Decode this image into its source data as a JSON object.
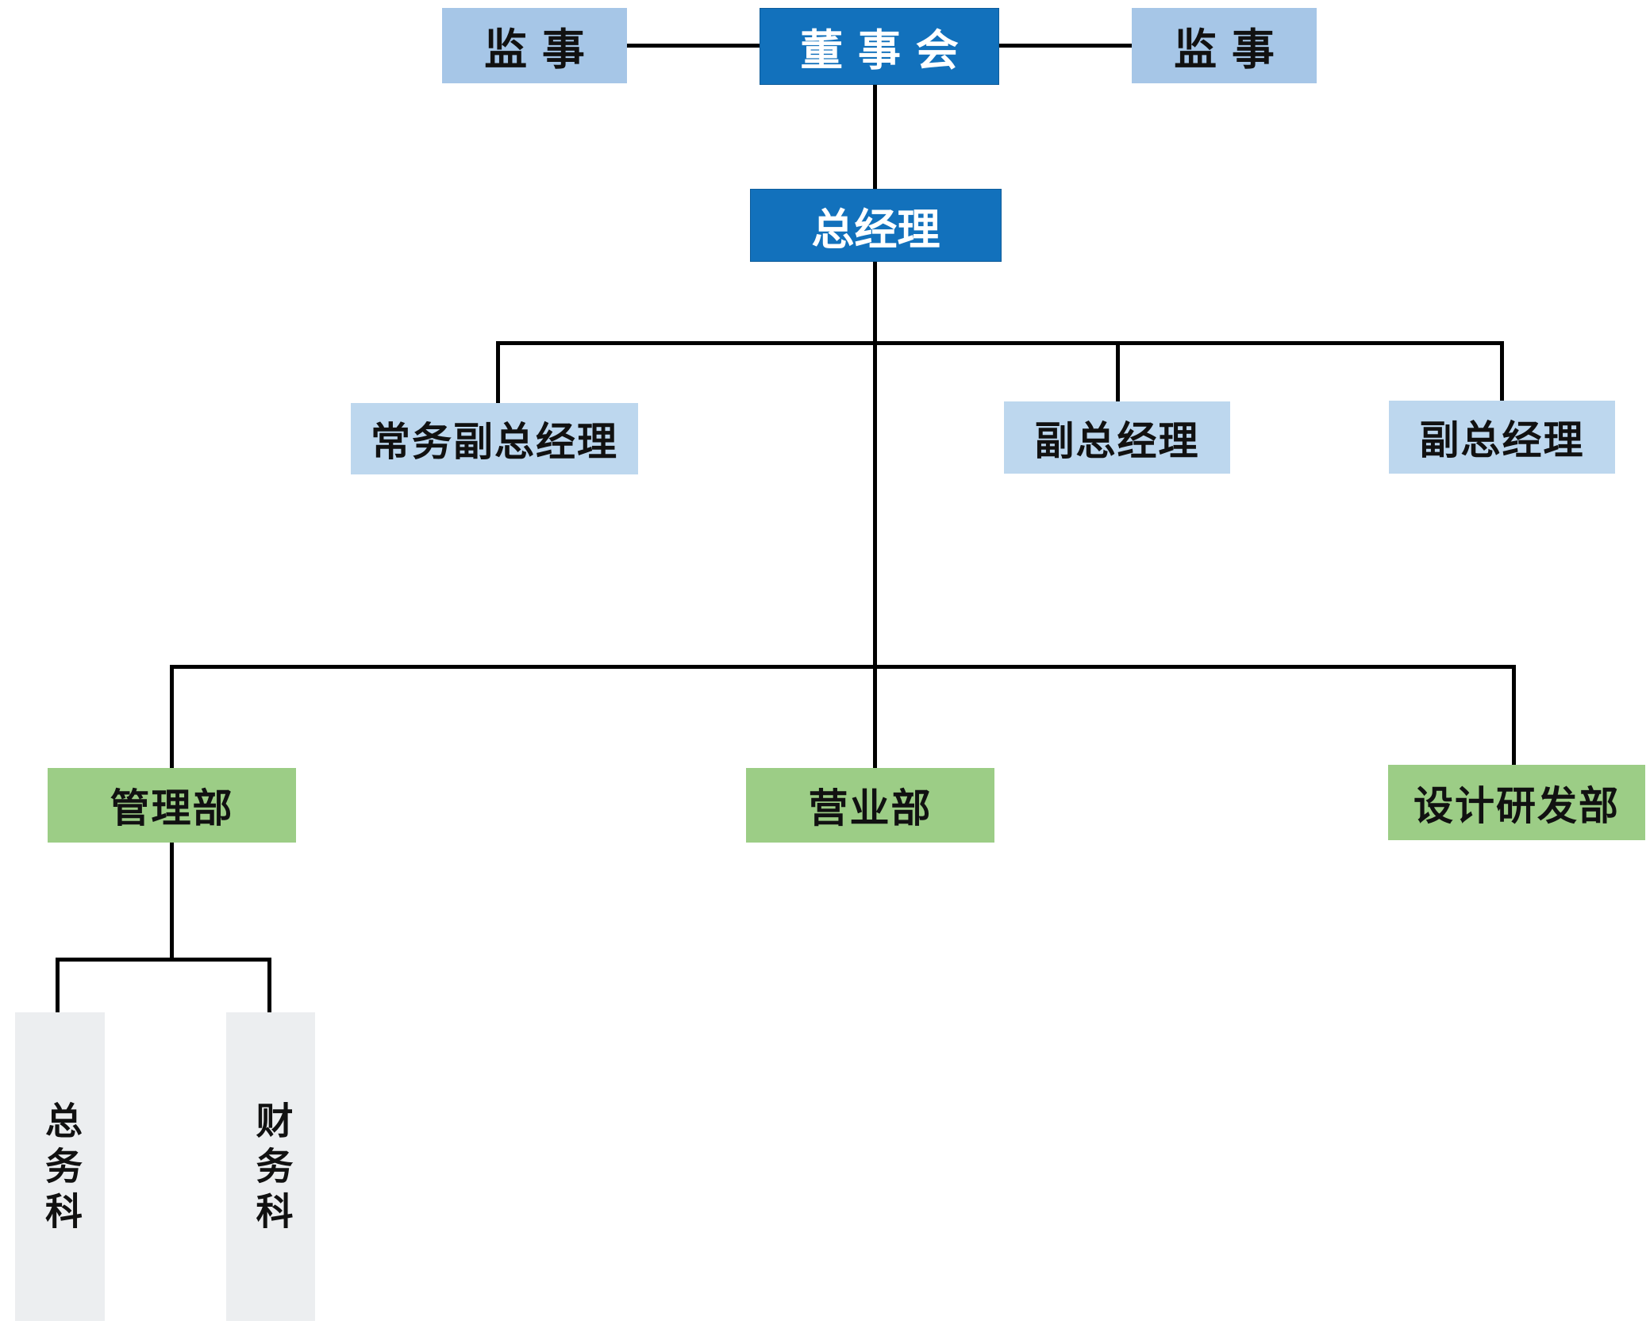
{
  "org_chart": {
    "nodes": {
      "supervisor_left": {
        "label": "监 事"
      },
      "board": {
        "label": "董 事 会"
      },
      "supervisor_right": {
        "label": "监 事"
      },
      "general_manager": {
        "label": "总经理"
      },
      "executive_deputy_gm": {
        "label": "常务副总经理"
      },
      "deputy_gm_1": {
        "label": "副总经理"
      },
      "deputy_gm_2": {
        "label": "副总经理"
      },
      "management_dept": {
        "label": "管理部"
      },
      "sales_dept": {
        "label": "营业部"
      },
      "design_rd_dept": {
        "label": "设计研发部"
      },
      "general_affairs_section": {
        "label": "总务科"
      },
      "finance_section": {
        "label": "财务科"
      }
    },
    "edges": [
      {
        "from": "supervisor_left",
        "to": "board"
      },
      {
        "from": "board",
        "to": "supervisor_right"
      },
      {
        "from": "board",
        "to": "general_manager"
      },
      {
        "from": "general_manager",
        "to": "executive_deputy_gm"
      },
      {
        "from": "general_manager",
        "to": "deputy_gm_1"
      },
      {
        "from": "general_manager",
        "to": "deputy_gm_2"
      },
      {
        "from": "general_manager",
        "to": "management_dept"
      },
      {
        "from": "general_manager",
        "to": "sales_dept"
      },
      {
        "from": "general_manager",
        "to": "design_rd_dept"
      },
      {
        "from": "management_dept",
        "to": "general_affairs_section"
      },
      {
        "from": "management_dept",
        "to": "finance_section"
      }
    ],
    "colors": {
      "primary_blue": "#1271bc",
      "light_blue_supervisor": "#a6c6e7",
      "light_blue_deputy": "#bdd7ee",
      "green_department": "#9ccd86",
      "gray_section": "#eceef0",
      "line": "#000000",
      "text_dark": "#111111",
      "text_light": "#ffffff"
    }
  }
}
